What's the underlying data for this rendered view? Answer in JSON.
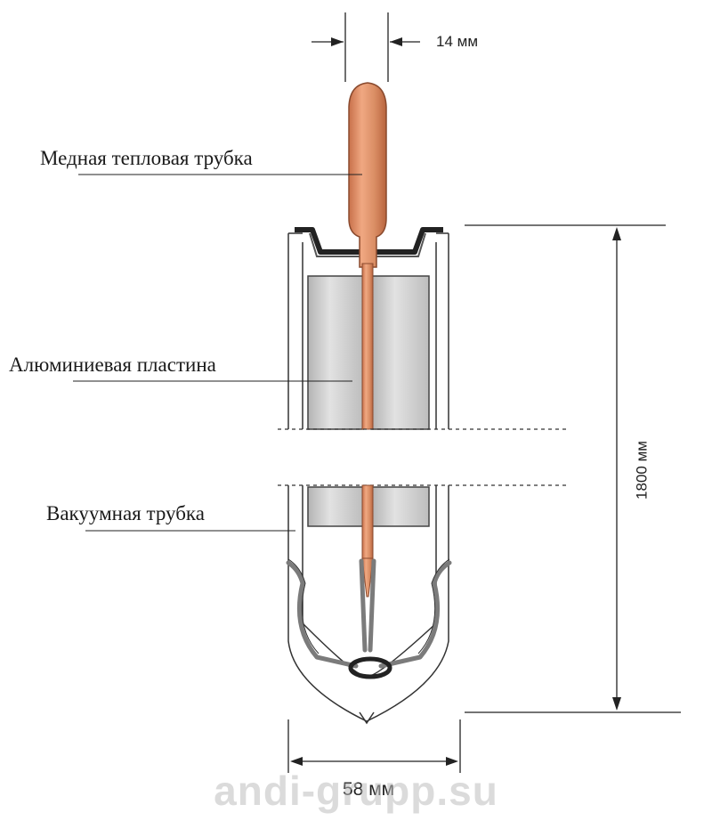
{
  "labels": {
    "copper": "Медная тепловая трубка",
    "aluminum": "Алюминиевая пластина",
    "vacuum": "Вакуумная трубка"
  },
  "dimensions": {
    "pipe_diameter": "14 мм",
    "tube_length": "1800 мм",
    "tube_diameter": "58 мм"
  },
  "watermark": "andi-grupp.su",
  "colors": {
    "copper": "#d98c63",
    "aluminum": "#cfcfcf",
    "outline": "#333333",
    "holder": "#7b7b7b"
  }
}
